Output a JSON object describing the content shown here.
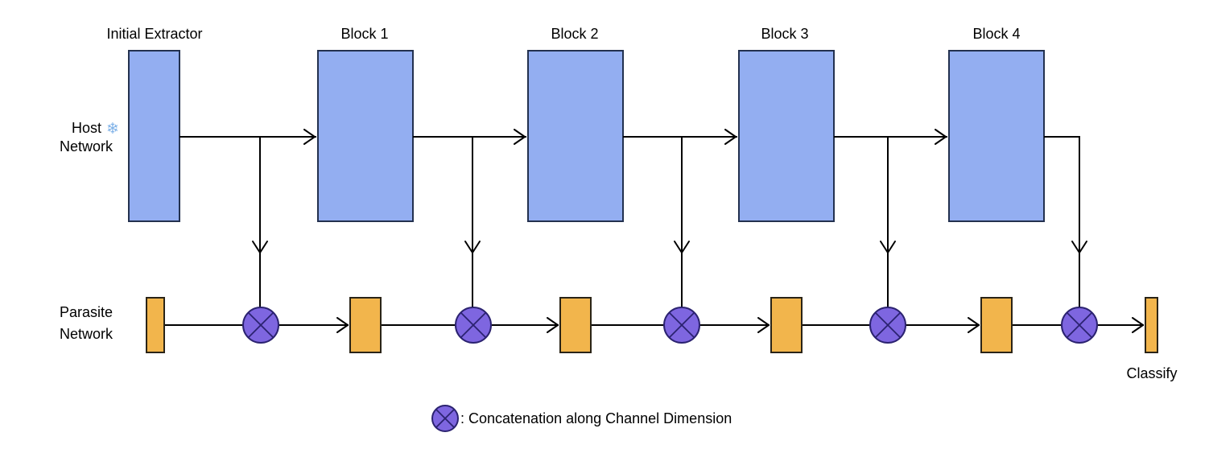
{
  "host": {
    "label_line1": "Host",
    "label_line2": "Network",
    "frozen_icon": "snowflake-icon",
    "snowflake_glyph": "❄",
    "snowflake_color": "#7fb2e8",
    "block_color": "#93aef1",
    "stages": [
      {
        "label": "Initial Extractor"
      },
      {
        "label": "Block 1"
      },
      {
        "label": "Block 2"
      },
      {
        "label": "Block 3"
      },
      {
        "label": "Block 4"
      }
    ]
  },
  "parasite": {
    "label_line1": "Parasite",
    "label_line2": "Network",
    "block_color": "#f2b54c",
    "output_label": "Classify"
  },
  "concat_color": "#7e66e0",
  "legend": {
    "symbol": "concatenation-icon",
    "text": ": Concatenation along Channel Dimension"
  }
}
